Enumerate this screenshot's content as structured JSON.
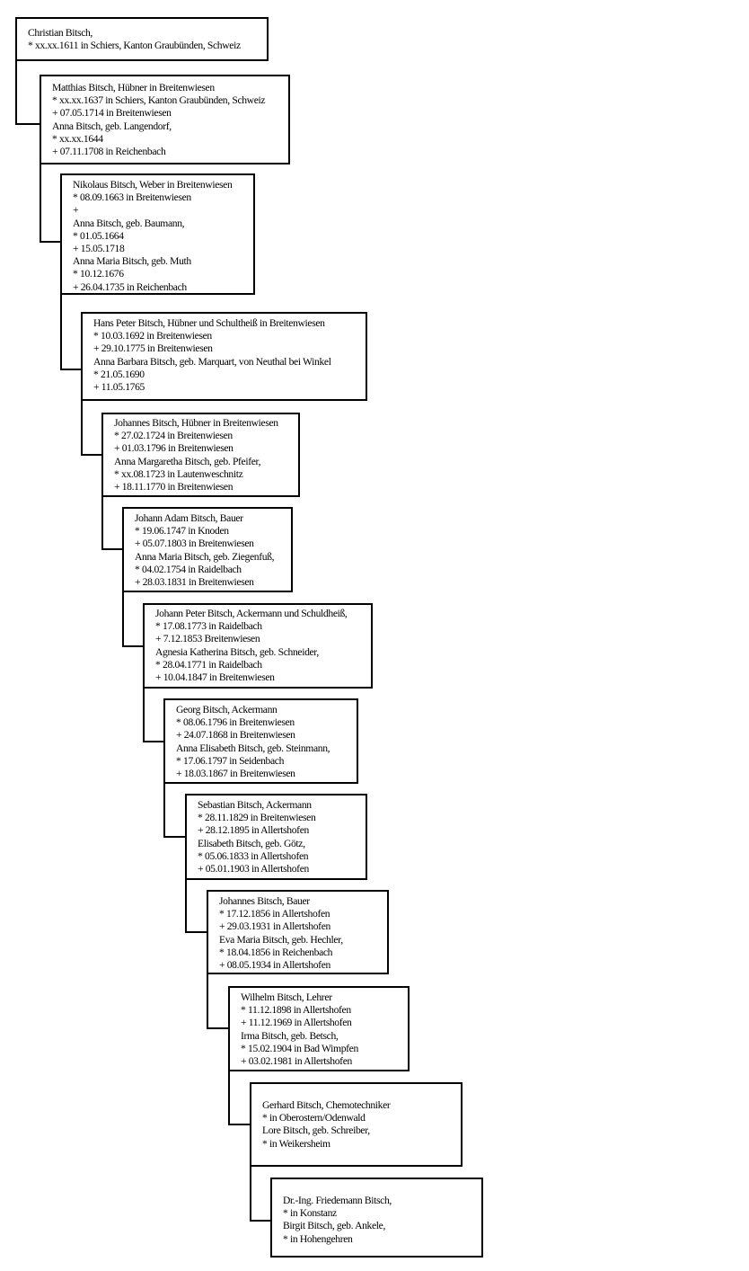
{
  "boxes": [
    {
      "lines": [
        "Christian Bitsch,",
        "* xx.xx.1611   in Schiers, Kanton Graubünden, Schweiz"
      ]
    },
    {
      "lines": [
        "Matthias Bitsch, Hübner in Breitenwiesen",
        "* xx.xx.1637   in Schiers, Kanton Graubünden, Schweiz",
        "+ 07.05.1714  in Breitenwiesen",
        "Anna Bitsch, geb. Langendorf,",
        "* xx.xx.1644",
        "+ 07.11.1708  in Reichenbach"
      ]
    },
    {
      "lines": [
        "Nikolaus Bitsch, Weber in Breitenwiesen",
        "* 08.09.1663  in Breitenwiesen",
        "+",
        "Anna Bitsch, geb. Baumann,",
        "* 01.05.1664",
        "+ 15.05.1718",
        "Anna Maria Bitsch, geb. Muth",
        "* 10.12.1676",
        "+ 26.04.1735  in Reichenbach"
      ]
    },
    {
      "lines": [
        "Hans Peter Bitsch, Hübner und Schultheiß in Breitenwiesen",
        "* 10.03.1692  in Breitenwiesen",
        "+ 29.10.1775  in Breitenwiesen",
        "Anna Barbara Bitsch, geb. Marquart, von Neuthal bei Winkel",
        "* 21.05.1690",
        "+ 11.05.1765"
      ]
    },
    {
      "lines": [
        "Johannes Bitsch, Hübner in Breitenwiesen",
        "* 27.02.1724  in Breitenwiesen",
        "+ 01.03.1796  in Breitenwiesen",
        "Anna Margaretha Bitsch, geb. Pfeifer,",
        "* xx.08.1723   in Lautenweschnitz",
        "+ 18.11.1770  in Breitenwiesen"
      ]
    },
    {
      "lines": [
        "Johann Adam Bitsch, Bauer",
        "* 19.06.1747  in Knoden",
        "+ 05.07.1803  in Breitenwiesen",
        "Anna Maria Bitsch, geb. Ziegenfuß,",
        "* 04.02.1754  in Raidelbach",
        "+ 28.03.1831  in Breitenwiesen"
      ]
    },
    {
      "lines": [
        "Johann Peter Bitsch, Ackermann und Schuldheiß,",
        "* 17.08.1773  in Raidelbach",
        "+ 7.12.1853  Breitenwiesen",
        "Agnesia Katherina Bitsch, geb. Schneider,",
        "* 28.04.1771  in Raidelbach",
        "+ 10.04.1847  in Breitenwiesen"
      ]
    },
    {
      "lines": [
        "Georg Bitsch, Ackermann",
        "* 08.06.1796  in Breitenwiesen",
        "+ 24.07.1868  in Breitenwiesen",
        "Anna Elisabeth Bitsch, geb. Steinmann,",
        "* 17.06.1797  in Seidenbach",
        "+ 18.03.1867  in Breitenwiesen"
      ]
    },
    {
      "lines": [
        "Sebastian Bitsch, Ackermann",
        "* 28.11.1829  in Breitenwiesen",
        "+ 28.12.1895  in Allertshofen",
        "Elisabeth Bitsch, geb. Götz,",
        "* 05.06.1833  in Allertshofen",
        "+ 05.01.1903  in Allertshofen"
      ]
    },
    {
      "lines": [
        "Johannes Bitsch, Bauer",
        "* 17.12.1856  in Allertshofen",
        "+ 29.03.1931  in Allertshofen",
        "Eva Maria Bitsch, geb. Hechler,",
        "* 18.04.1856  in Reichenbach",
        "+ 08.05.1934  in Allertshofen"
      ]
    },
    {
      "lines": [
        "Wilhelm Bitsch, Lehrer",
        "* 11.12.1898  in Allertshofen",
        "+ 11.12.1969  in Allertshofen",
        "Irma Bitsch, geb. Betsch,",
        "* 15.02.1904  in Bad Wimpfen",
        "+ 03.02.1981  in Allertshofen"
      ]
    },
    {
      "lines": [
        "Gerhard Bitsch, Chemotechniker",
        "* in Oberostern/Odenwald",
        "Lore Bitsch, geb. Schreiber,",
        "* in Weikersheim"
      ]
    },
    {
      "lines": [
        "Dr.-Ing. Friedemann Bitsch,",
        "* in Konstanz",
        "Birgit Bitsch, geb. Ankele,",
        "* in Hohengehren"
      ]
    }
  ]
}
